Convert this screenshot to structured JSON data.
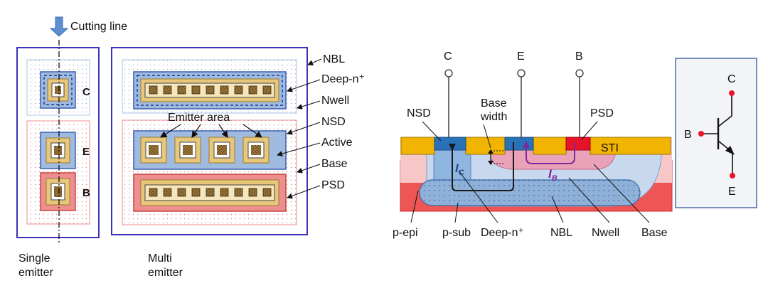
{
  "cutting_line": "Cutting line",
  "layout": {
    "single_terms": [
      "C",
      "E",
      "B"
    ],
    "legend": [
      "NBL",
      "Deep-n⁺",
      "Nwell",
      "NSD",
      "Active",
      "Base",
      "PSD"
    ],
    "emitter_area": "Emitter area",
    "caption_single": [
      "Single",
      "emitter"
    ],
    "caption_multi": [
      "Multi",
      "emitter"
    ]
  },
  "cross_section": {
    "terminals": [
      "C",
      "E",
      "B"
    ],
    "nsd": "NSD",
    "base_width": [
      "Base",
      "width"
    ],
    "psd": "PSD",
    "sti": "STI",
    "ic": "I",
    "ic_sub": "C",
    "ib": "I",
    "ib_sub": "B",
    "bottom_labels": [
      "p-epi",
      "p-sub",
      "Deep-n⁺",
      "NBL",
      "Nwell",
      "Base"
    ]
  },
  "symbol": {
    "c": "C",
    "b": "B",
    "e": "E"
  },
  "colors": {
    "nbl_border": "#3b34b8",
    "deep_n": "#c8d8ee",
    "nsd_blue": "#6f9fd6",
    "psd_red": "#ee7f7f",
    "sti": "#f1b400",
    "base_pink": "#f7c7c7",
    "psub_red": "#ee4f4f",
    "emitter_gold": "#e8c77a",
    "symbol_red": "#e8132a"
  }
}
